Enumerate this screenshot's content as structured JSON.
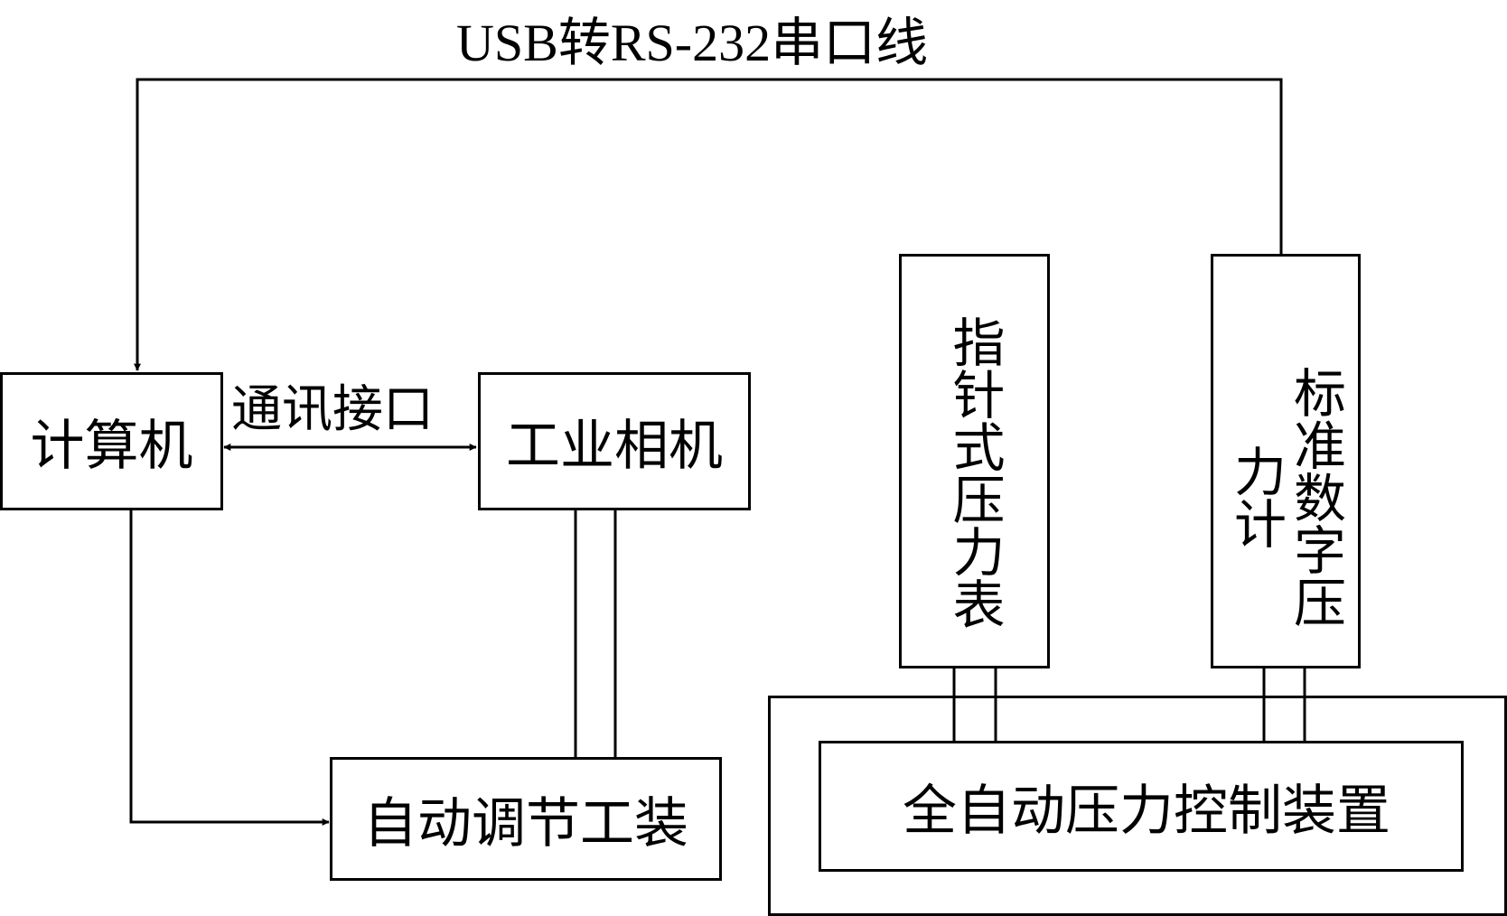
{
  "diagram": {
    "serial_cable_label": "USB转RS-232串口线",
    "comm_interface_label": "通讯接口",
    "nodes": {
      "computer": "计算机",
      "industrial_camera": "工业相机",
      "auto_adjust_fixture": "自动调节工装",
      "pointer_gauge": "指针式压力表",
      "standard_digital_gauge": "标准数字压力计",
      "auto_pressure_controller": "全自动压力控制装置"
    },
    "colors": {
      "line": "#000000",
      "background": "#ffffff"
    }
  }
}
